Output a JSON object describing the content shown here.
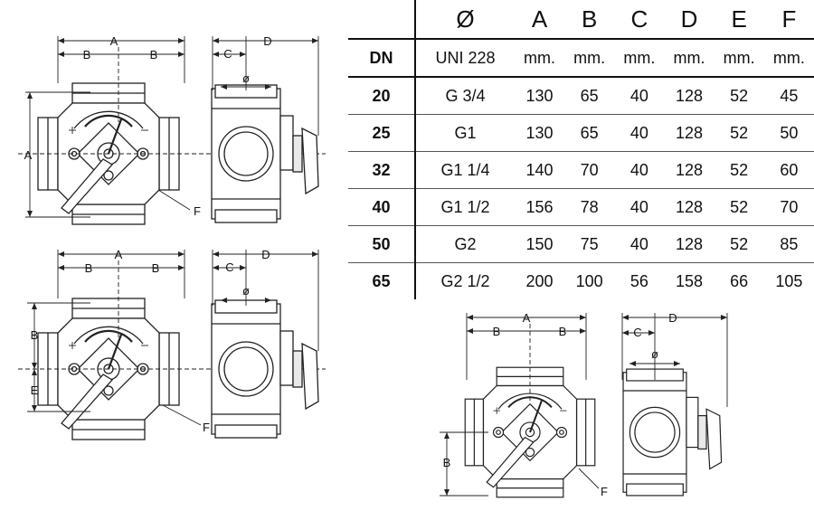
{
  "dimension_table": {
    "headers": [
      "",
      "Ø",
      "A",
      "B",
      "C",
      "D",
      "E",
      "F"
    ],
    "units_row": [
      "DN",
      "UNI 228",
      "mm.",
      "mm.",
      "mm.",
      "mm.",
      "mm.",
      "mm."
    ],
    "rows": [
      {
        "dn": "20",
        "connection": "G 3/4",
        "a": "130",
        "b": "65",
        "c": "40",
        "d": "128",
        "e": "52",
        "f": "45"
      },
      {
        "dn": "25",
        "connection": "G1",
        "a": "130",
        "b": "65",
        "c": "40",
        "d": "128",
        "e": "52",
        "f": "50"
      },
      {
        "dn": "32",
        "connection": "G1 1/4",
        "a": "140",
        "b": "70",
        "c": "40",
        "d": "128",
        "e": "52",
        "f": "60"
      },
      {
        "dn": "40",
        "connection": "G1 1/2",
        "a": "156",
        "b": "78",
        "c": "40",
        "d": "128",
        "e": "52",
        "f": "70"
      },
      {
        "dn": "50",
        "connection": "G2",
        "a": "150",
        "b": "75",
        "c": "40",
        "d": "128",
        "e": "52",
        "f": "85"
      },
      {
        "dn": "65",
        "connection": "G2 1/2",
        "a": "200",
        "b": "100",
        "c": "56",
        "d": "158",
        "e": "66",
        "f": "105"
      }
    ]
  },
  "drawings": {
    "view1": {
      "label_a_top": "A",
      "label_b_left": "B",
      "label_b_right": "B",
      "label_c": "C",
      "label_d": "D",
      "label_dia": "ø",
      "label_a_side": "A",
      "label_f": "F"
    },
    "view2": {
      "label_a_top": "A",
      "label_b_left": "B",
      "label_b_right": "B",
      "label_c": "C",
      "label_d": "D",
      "label_dia": "ø",
      "label_b_side": "B",
      "label_e_side": "E",
      "label_f": "F"
    },
    "view3": {
      "label_a_top": "A",
      "label_b_left": "B",
      "label_b_right": "B",
      "label_c": "C",
      "label_d": "D",
      "label_dia": "ø",
      "label_b_side": "B",
      "label_f": "F"
    }
  }
}
